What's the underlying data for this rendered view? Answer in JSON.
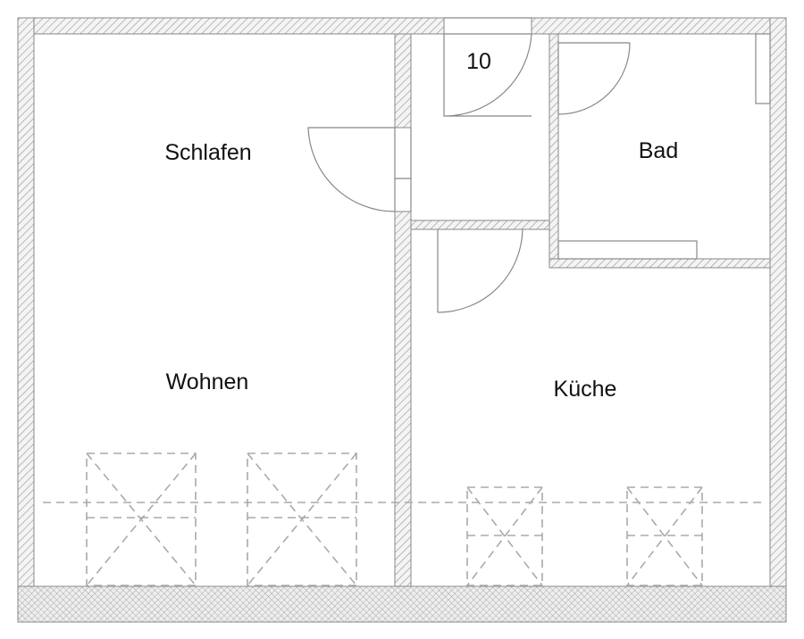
{
  "plan": {
    "rooms": [
      {
        "id": "schlafen",
        "label": "Schlafen"
      },
      {
        "id": "bad",
        "label": "Bad"
      },
      {
        "id": "wohnen",
        "label": "Wohnen"
      },
      {
        "id": "kueche",
        "label": "Küche"
      }
    ],
    "entrance_number": "10"
  }
}
